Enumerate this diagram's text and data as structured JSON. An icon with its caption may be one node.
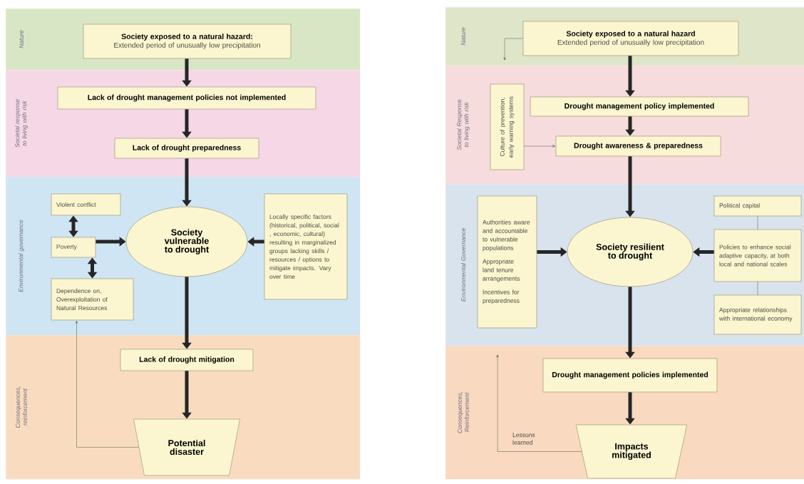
{
  "diagram": {
    "nodes": [
      {
        "text": [
          "Nature"
        ]
      },
      {
        "text": [
          "Societal response to living with risk"
        ]
      },
      {
        "text": [
          "Environmental governance"
        ]
      },
      {
        "text": [
          "Consequences, reinforcement"
        ]
      },
      {
        "text": [
          "Society exposed to a natural hazard:",
          "Extended period of unusually low precipitation"
        ],
        "in": 0
      },
      {
        "text": [
          "Lack of drought management policies not implemented"
        ],
        "in": 1
      },
      {
        "text": [
          "Lack of drought preparedness"
        ],
        "in": 1
      },
      {
        "text": [
          "Violent conflict"
        ],
        "in": 2
      },
      {
        "text": [
          "Poverty"
        ],
        "in": 2
      },
      {
        "text": [
          "Dependence on, Overexploitation of Natural Resources"
        ],
        "in": 2
      },
      {
        "text": [
          "Society vulnerable to drought"
        ],
        "in": 2
      },
      {
        "text": [
          "Locally specific factors (historical, political, social , economic, cultural) resulting in marginalized groups lacking skills / resources / options to mitigate impacts. Vary over time"
        ],
        "in": 2
      },
      {
        "text": [
          "Lack of drought mitigation"
        ],
        "in": 3
      },
      {
        "text": [
          "Potential disaster"
        ],
        "in": 3
      },
      {
        "text": [
          "Nature"
        ]
      },
      {
        "text": [
          "Societal Response to living with risk"
        ]
      },
      {
        "text": [
          "Environmental Governance"
        ]
      },
      {
        "text": [
          "Consequences, Reinforcement"
        ]
      },
      {
        "text": [
          "Society exposed to a natural hazard",
          "Extended period of unusually low precipitation"
        ],
        "in": 14
      },
      {
        "text": [
          "Culture of prevention, early warning systems"
        ],
        "in": 15
      },
      {
        "text": [
          "Drought management policy implemented"
        ],
        "in": 15
      },
      {
        "text": [
          "Drought awareness & preparedness"
        ],
        "in": 15
      },
      {
        "text": [
          "Authorities aware and accountable to vulnerable populations",
          "Appropriate land tenure arrangements",
          "Incentives for preparedness"
        ],
        "in": 16
      },
      {
        "text": [
          "Society resilient to drought"
        ],
        "in": 16
      },
      {
        "text": [
          "Political capital"
        ],
        "in": 16
      },
      {
        "text": [
          "Policies to enhance social adaptive capacity, at both local and national scales"
        ],
        "in": 16
      },
      {
        "text": [
          "Appropriate relationships with international economy"
        ],
        "in": 16
      },
      {
        "text": [
          "Drought management policies implemented"
        ],
        "in": 17
      },
      {
        "text": [
          "Impacts mitigated"
        ],
        "in": 17
      }
    ],
    "edges": [
      {
        "from": 4,
        "to": 5,
        "arrow": "to"
      },
      {
        "from": 5,
        "to": 6,
        "arrow": "to"
      },
      {
        "from": 6,
        "to": 10,
        "arrow": "to"
      },
      {
        "from": 7,
        "to": 8,
        "arrow": "both"
      },
      {
        "from": 8,
        "to": 9,
        "arrow": "both"
      },
      {
        "from": 8,
        "to": 10,
        "arrow": "to"
      },
      {
        "from": 11,
        "to": 10,
        "arrow": "to"
      },
      {
        "from": 10,
        "to": 12,
        "arrow": "to"
      },
      {
        "from": 12,
        "to": 13,
        "arrow": "to"
      },
      {
        "from": 13,
        "to": 9,
        "arrow": "to",
        "color": "#6b6b5a"
      },
      {
        "from": 18,
        "to": null,
        "arrow": "to",
        "color": "#6b6b5a"
      },
      {
        "from": 18,
        "to": 20,
        "arrow": "to"
      },
      {
        "from": 20,
        "to": 21,
        "arrow": "to"
      },
      {
        "from": 19,
        "to": 21,
        "arrow": "to",
        "color": "#6b6b5a"
      },
      {
        "from": 21,
        "to": 23,
        "arrow": "to"
      },
      {
        "from": 22,
        "to": 23,
        "arrow": "to"
      },
      {
        "from": 25,
        "to": 23,
        "arrow": "to"
      },
      {
        "from": 24,
        "to": 25,
        "arrow": "none",
        "color": "#6b6b5a"
      },
      {
        "from": 25,
        "to": 26,
        "arrow": "none",
        "color": "#6b6b5a"
      },
      {
        "from": 23,
        "to": 27,
        "arrow": "to"
      },
      {
        "from": 27,
        "to": 28,
        "arrow": "to"
      },
      {
        "from": 28,
        "to": null,
        "arrow": "to",
        "label": "Lessons learned",
        "color": "#6b6b5a"
      }
    ]
  }
}
